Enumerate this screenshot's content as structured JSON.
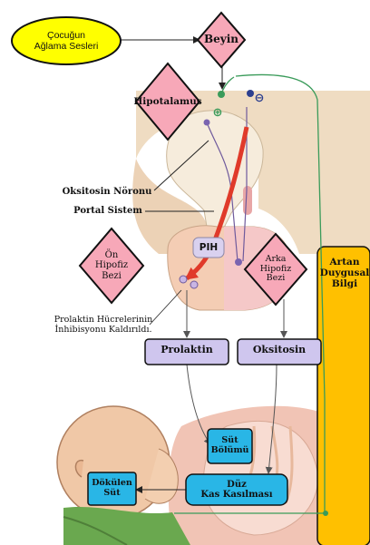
{
  "nodes": {
    "cry": "Çocuğun\nAğlama Sesleri",
    "brain": "Beyin",
    "hypothalamus": "Hipotalamus",
    "anterior_pituitary": "Ön\nHipofiz\nBezi",
    "posterior_pituitary": "Arka\nHipofiz\nBezi",
    "emotional": "Artan\nDuygusal\nBilgi",
    "prolactin": "Prolaktin",
    "oxytocin": "Oksitosin",
    "milk_section": "Süt\nBölümü",
    "spilled_milk": "Dökülen\nSüt",
    "smooth_muscle": "Düz\nKas Kasılması"
  },
  "labels": {
    "oxytocin_neuron": "Oksitosin Nöronu",
    "portal_system": "Portal Sistem",
    "pih": "PIH",
    "prolactin_cells": "Prolaktin Hücrelerinin\nİnhibisyonu Kaldırıldı."
  },
  "signs": {
    "plus": "⊕",
    "minus": "⊖"
  },
  "colors": {
    "cry_fill": "#ffff00",
    "diamond_fill": "#f7a8b8",
    "emotional_fill": "#ffc000",
    "hormone_box_fill": "#cfc6ee",
    "blue_box_fill": "#29b6e6",
    "green_line": "#3a9b5a",
    "red_arrow": "#e03a2a"
  }
}
